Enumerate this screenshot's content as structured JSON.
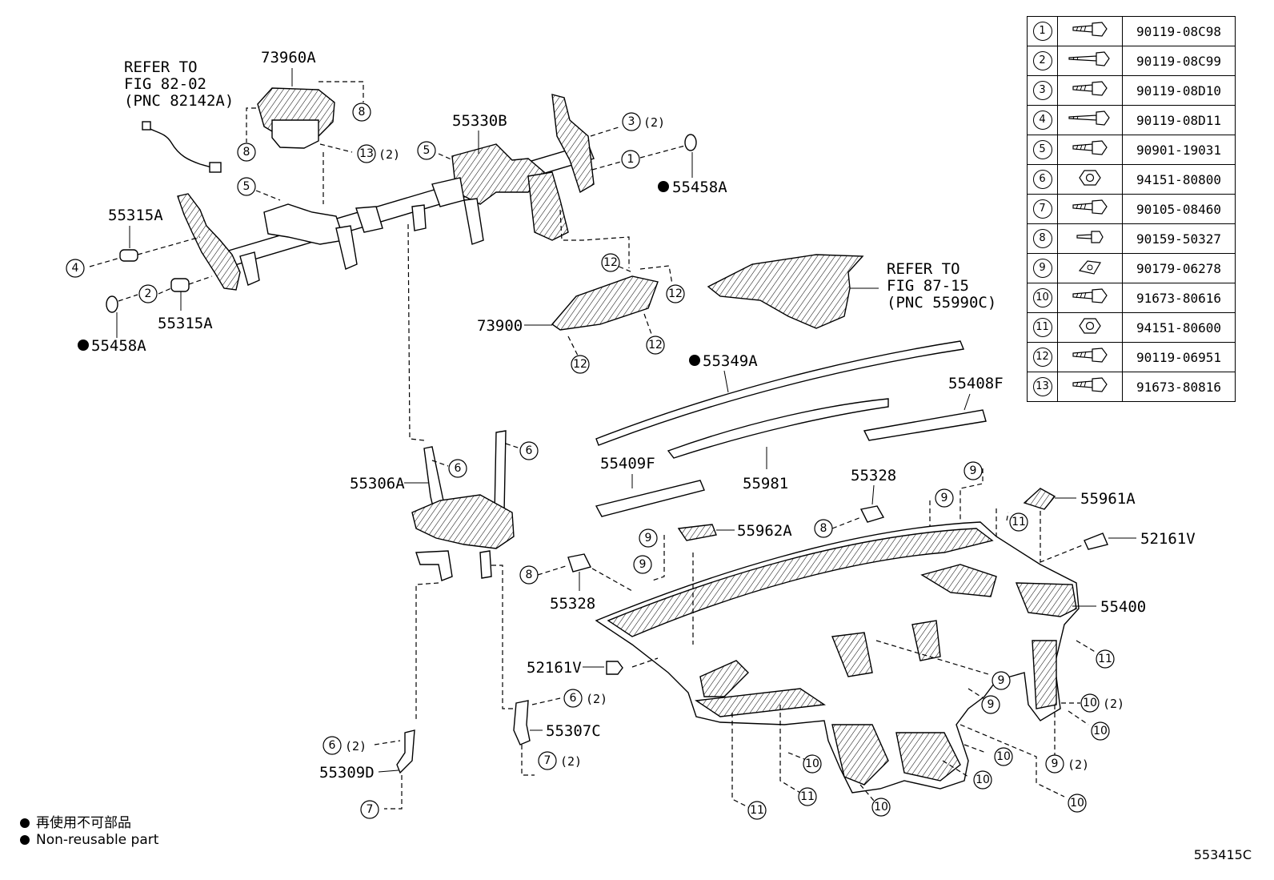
{
  "labels": {
    "l73960A": "73960A",
    "l55330B": "55330B",
    "l55315A_top": "55315A",
    "l55315A_bot": "55315A",
    "l55458A_r": "55458A",
    "l55458A_l": "55458A",
    "l73900": "73900",
    "l55349A": "55349A",
    "l55408F": "55408F",
    "l55409F": "55409F",
    "l55981": "55981",
    "l55328_r": "55328",
    "l55328_l": "55328",
    "l55961A": "55961A",
    "l55962A": "55962A",
    "l52161V_r": "52161V",
    "l52161V_l": "52161V",
    "l55400": "55400",
    "l55306A": "55306A",
    "l55307C": "55307C",
    "l55309D": "55309D"
  },
  "refer1": {
    "line1": "REFER TO",
    "line2": "FIG 82-02",
    "line3": "(PNC 82142A)"
  },
  "refer2": {
    "line1": "REFER TO",
    "line2": "FIG 87-15",
    "line3": "(PNC 55990C)"
  },
  "qty": {
    "q2": "(2)"
  },
  "callouts": [
    "1",
    "2",
    "3",
    "4",
    "5",
    "6",
    "7",
    "8",
    "9",
    "10",
    "11",
    "12",
    "13"
  ],
  "fasteners": [
    {
      "no": "1",
      "part": "90119-08C98",
      "icon": "bolt-icon"
    },
    {
      "no": "2",
      "part": "90119-08C99",
      "icon": "long-bolt-icon"
    },
    {
      "no": "3",
      "part": "90119-08D10",
      "icon": "bolt-icon"
    },
    {
      "no": "4",
      "part": "90119-08D11",
      "icon": "long-bolt-icon"
    },
    {
      "no": "5",
      "part": "90901-19031",
      "icon": "bolt-icon"
    },
    {
      "no": "6",
      "part": "94151-80800",
      "icon": "nut-icon"
    },
    {
      "no": "7",
      "part": "90105-08460",
      "icon": "bolt-icon"
    },
    {
      "no": "8",
      "part": "90159-50327",
      "icon": "screw-icon"
    },
    {
      "no": "9",
      "part": "90179-06278",
      "icon": "clip-nut-icon"
    },
    {
      "no": "10",
      "part": "91673-80616",
      "icon": "bolt-icon"
    },
    {
      "no": "11",
      "part": "94151-80600",
      "icon": "nut-icon"
    },
    {
      "no": "12",
      "part": "90119-06951",
      "icon": "bolt-icon"
    },
    {
      "no": "13",
      "part": "91673-80816",
      "icon": "bolt-icon"
    }
  ],
  "legend": {
    "line1": "再使用不可部品",
    "line2": "Non-reusable part"
  },
  "figure_code": "553415C"
}
